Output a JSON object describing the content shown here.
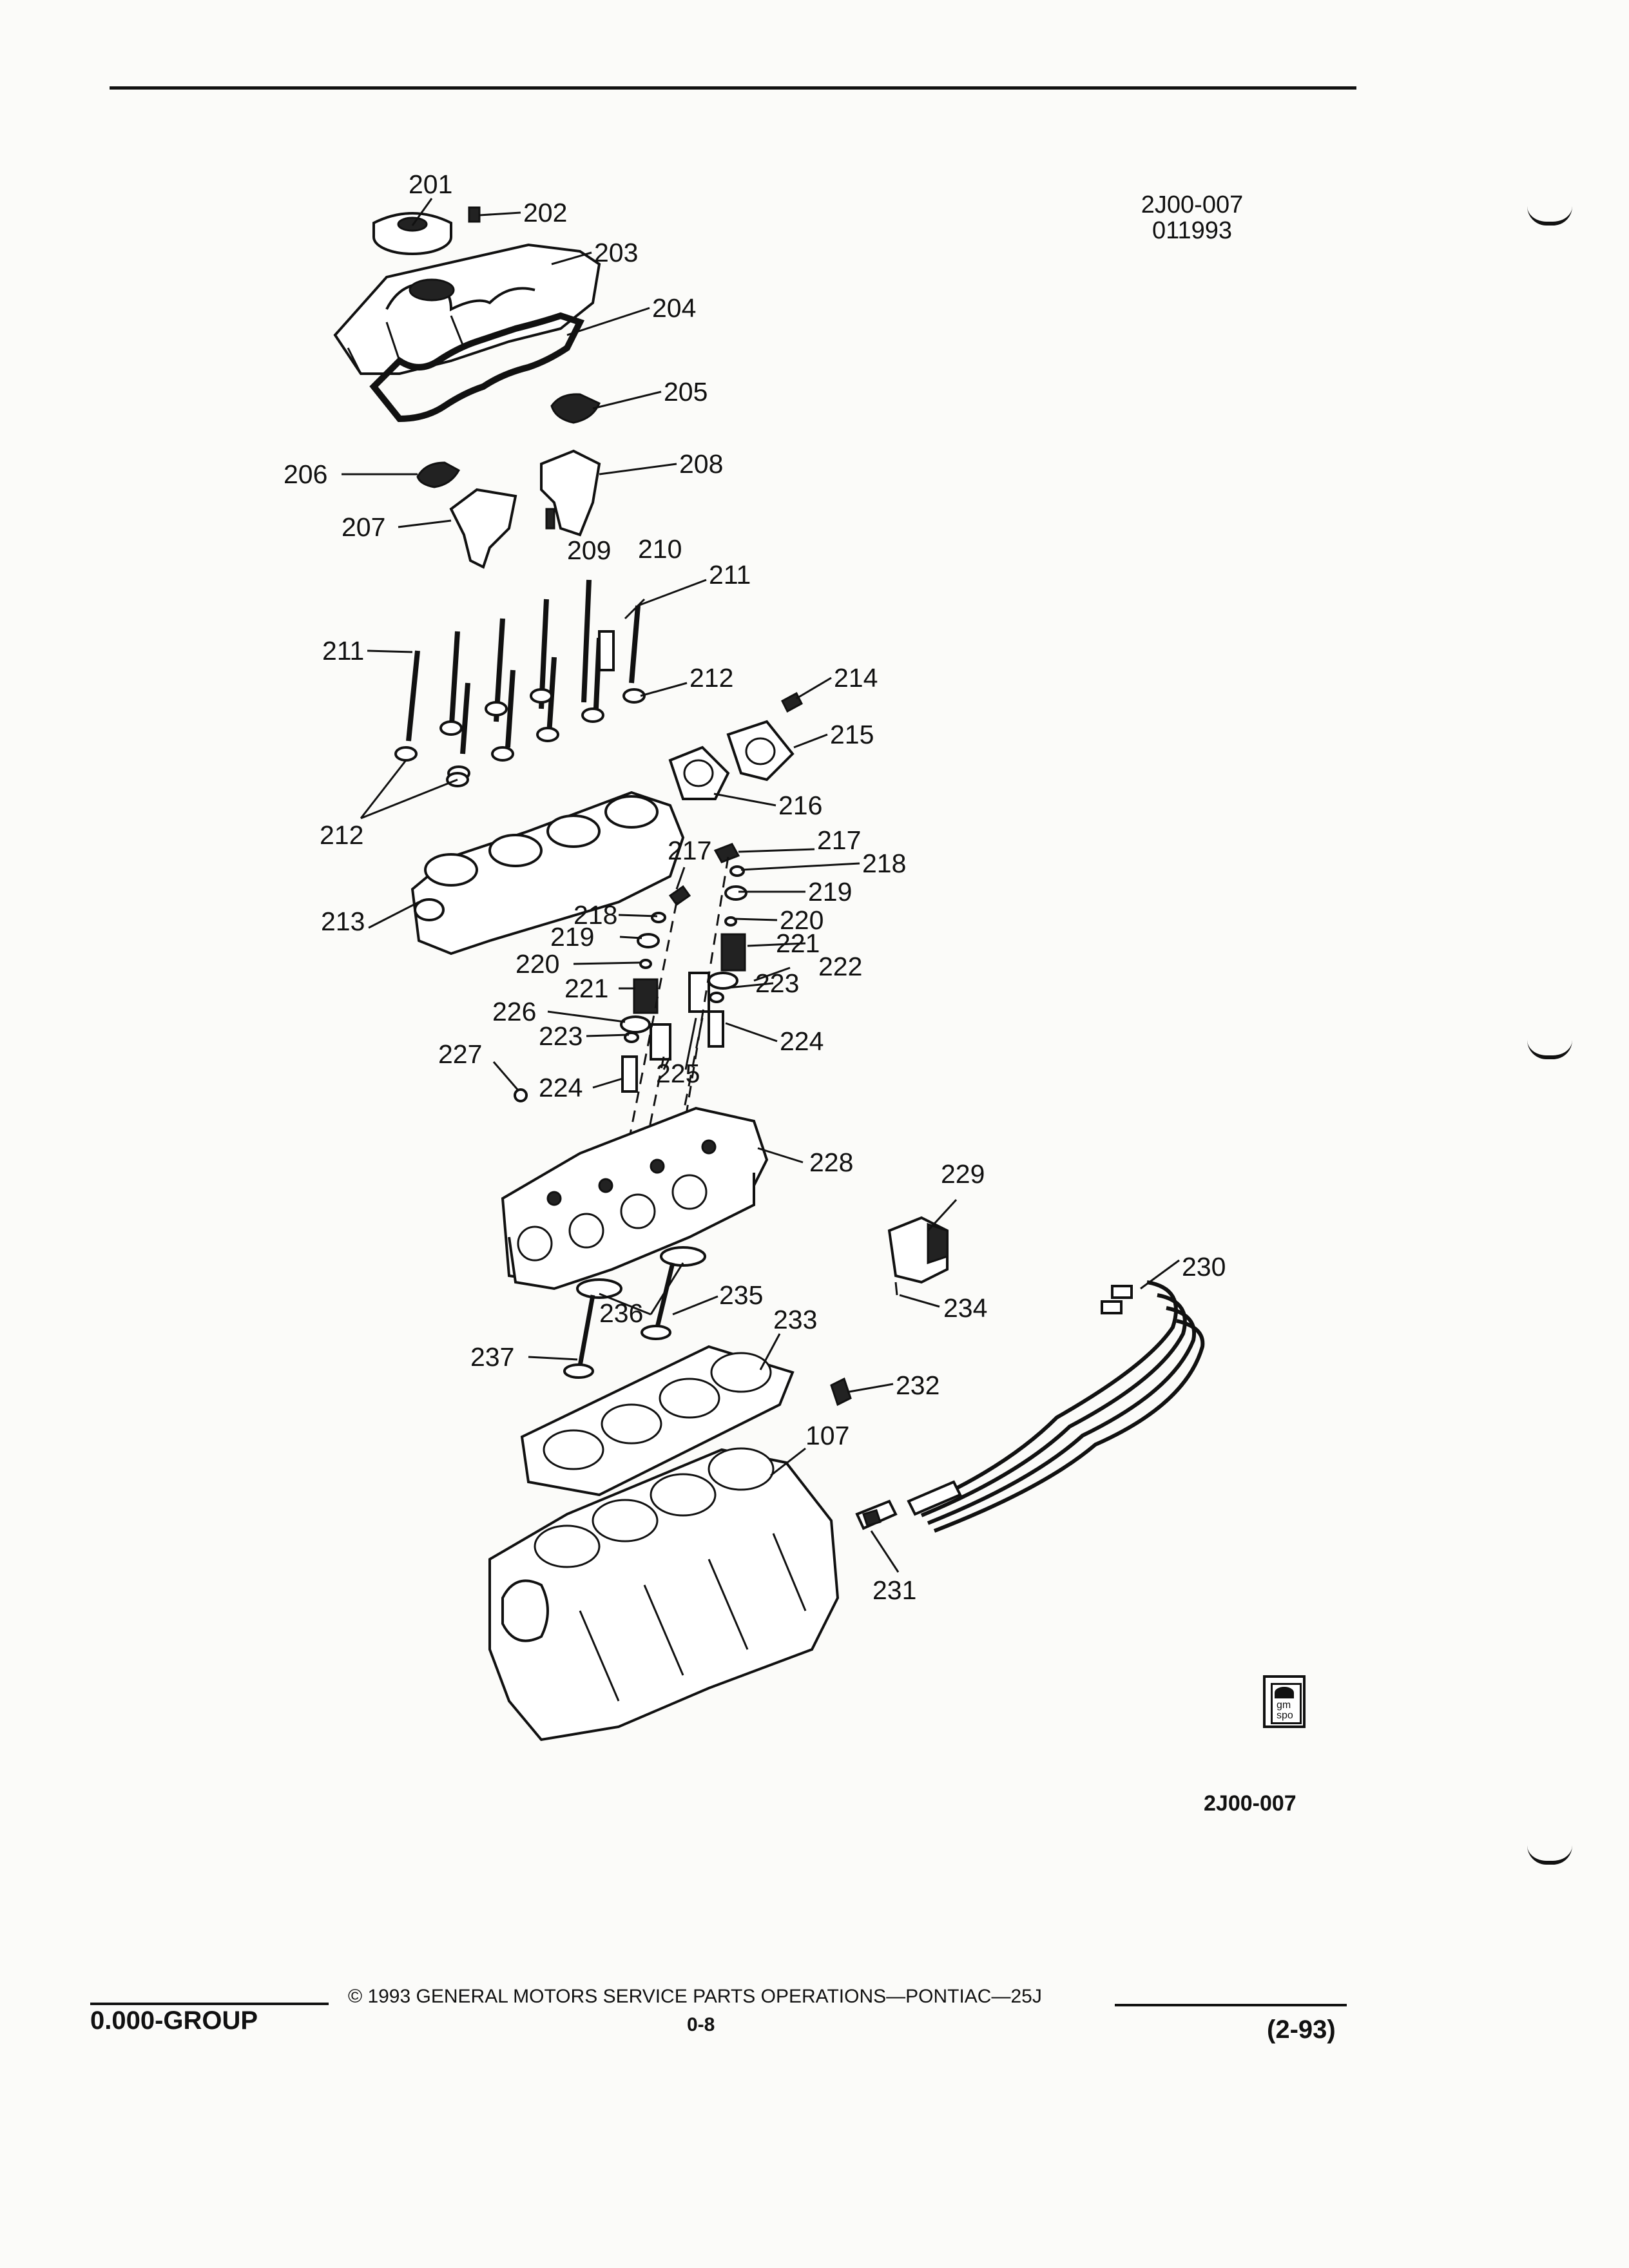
{
  "drawing_code": "2J00-007",
  "drawing_date": "011993",
  "ref_code": "2J00-007",
  "labels": [
    "201",
    "202",
    "203",
    "204",
    "205",
    "206",
    "207",
    "208",
    "209",
    "210",
    "211",
    "211",
    "212",
    "212",
    "214",
    "215",
    "216",
    "217",
    "217",
    "218",
    "218",
    "219",
    "219",
    "220",
    "220",
    "221",
    "221",
    "222",
    "223",
    "223",
    "224",
    "224",
    "225",
    "226",
    "227",
    "228",
    "229",
    "230",
    "231",
    "232",
    "233",
    "234",
    "235",
    "236",
    "237",
    "213",
    "107"
  ],
  "footer": {
    "copyright": "© 1993 GENERAL MOTORS SERVICE PARTS OPERATIONS—PONTIAC—25J",
    "group": "0.000-GROUP",
    "page": "0-8",
    "revision": "(2-93)"
  },
  "logo": {
    "text": "gm spo"
  }
}
